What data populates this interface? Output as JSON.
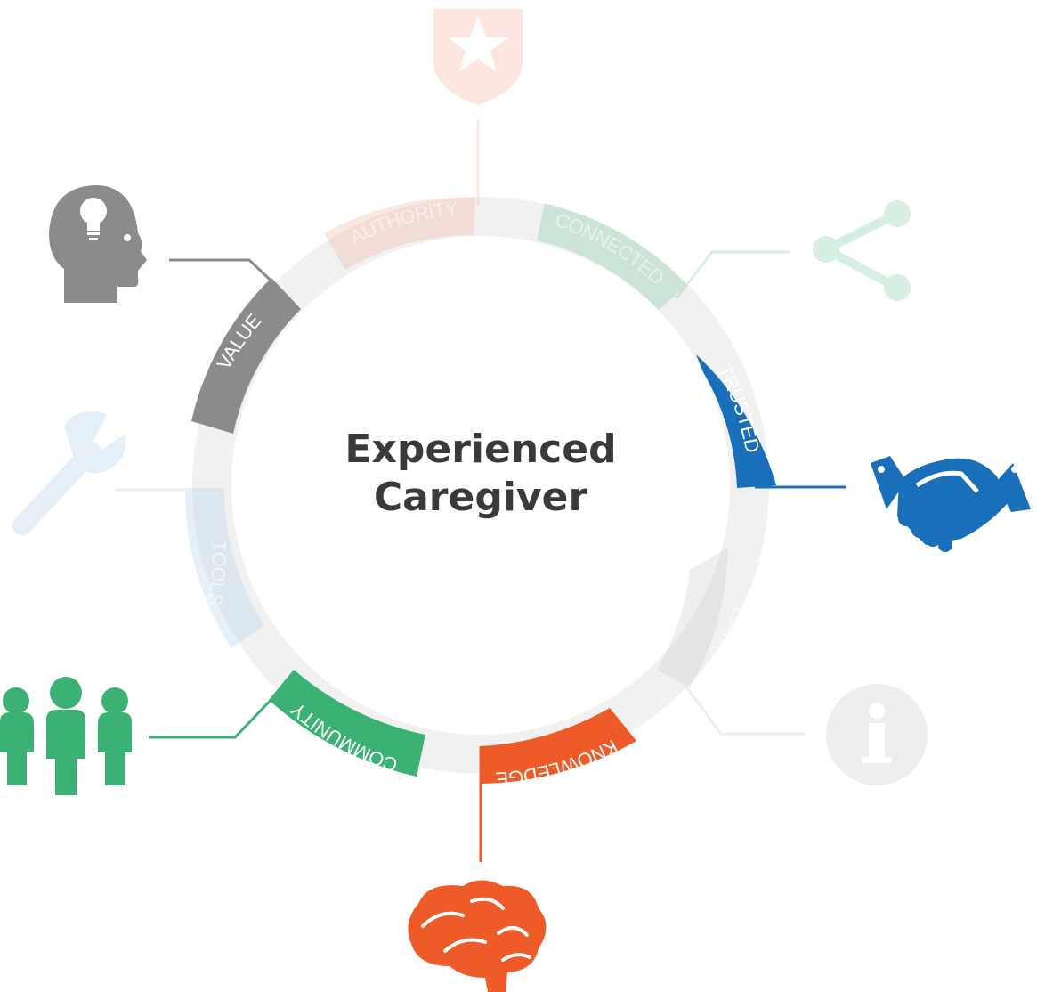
{
  "center": {
    "line1": "Experienced",
    "line2": "Caregiver"
  },
  "segments": {
    "authority": {
      "label": "AUTHORITY",
      "color": "#f6a98e",
      "icon": "shield-star-icon"
    },
    "connected": {
      "label": "CONNECTED",
      "color": "#8fd3b0",
      "icon": "share-icon"
    },
    "trusted": {
      "label": "TRUSTED",
      "color": "#1a6fba",
      "icon": "handshake-icon"
    },
    "data": {
      "label": "DATA",
      "color": "#c8c8c8",
      "icon": "info-icon"
    },
    "knowledge": {
      "label": "KNOWLEDGE",
      "color": "#ee5a28",
      "icon": "brain-icon"
    },
    "community": {
      "label": "COMMUNITY",
      "color": "#3bb273",
      "icon": "people-icon"
    },
    "tools": {
      "label": "TOOLS",
      "color": "#a9cdea",
      "icon": "wrench-icon"
    },
    "value": {
      "label": "VALUE",
      "color": "#8a8b8d",
      "icon": "head-lightbulb-icon"
    }
  }
}
